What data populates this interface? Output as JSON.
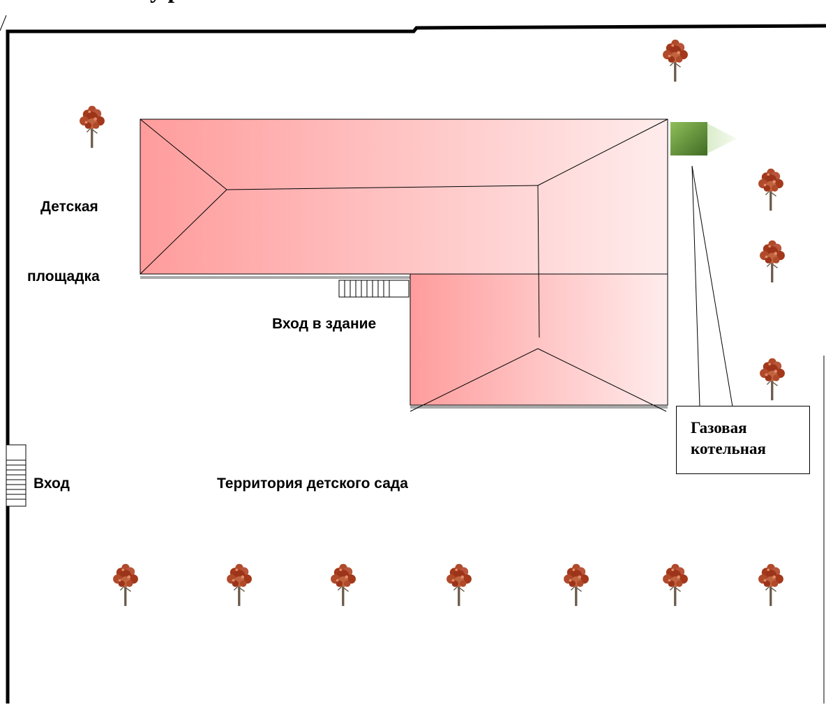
{
  "header": {
    "title_fragment": "у          р"
  },
  "labels": {
    "playground_line1": "Детская",
    "playground_line2": "площадка",
    "building_entrance": "Вход в здание",
    "gate_entrance": "Вход",
    "territory": "Территория детского сада",
    "boiler_line1": "Газовая",
    "boiler_line2": "котельная"
  },
  "colors": {
    "roof_dark": "#ff9c9c",
    "roof_light": "#ffecec",
    "boiler": "#5e8d36",
    "tree_foliage": "#a3381a",
    "tree_trunk": "#6b5a4a",
    "fence": "#000000"
  },
  "icons": {
    "tree": "tree-icon",
    "boiler": "gas-boiler-icon",
    "stairs": "stairs-icon"
  }
}
